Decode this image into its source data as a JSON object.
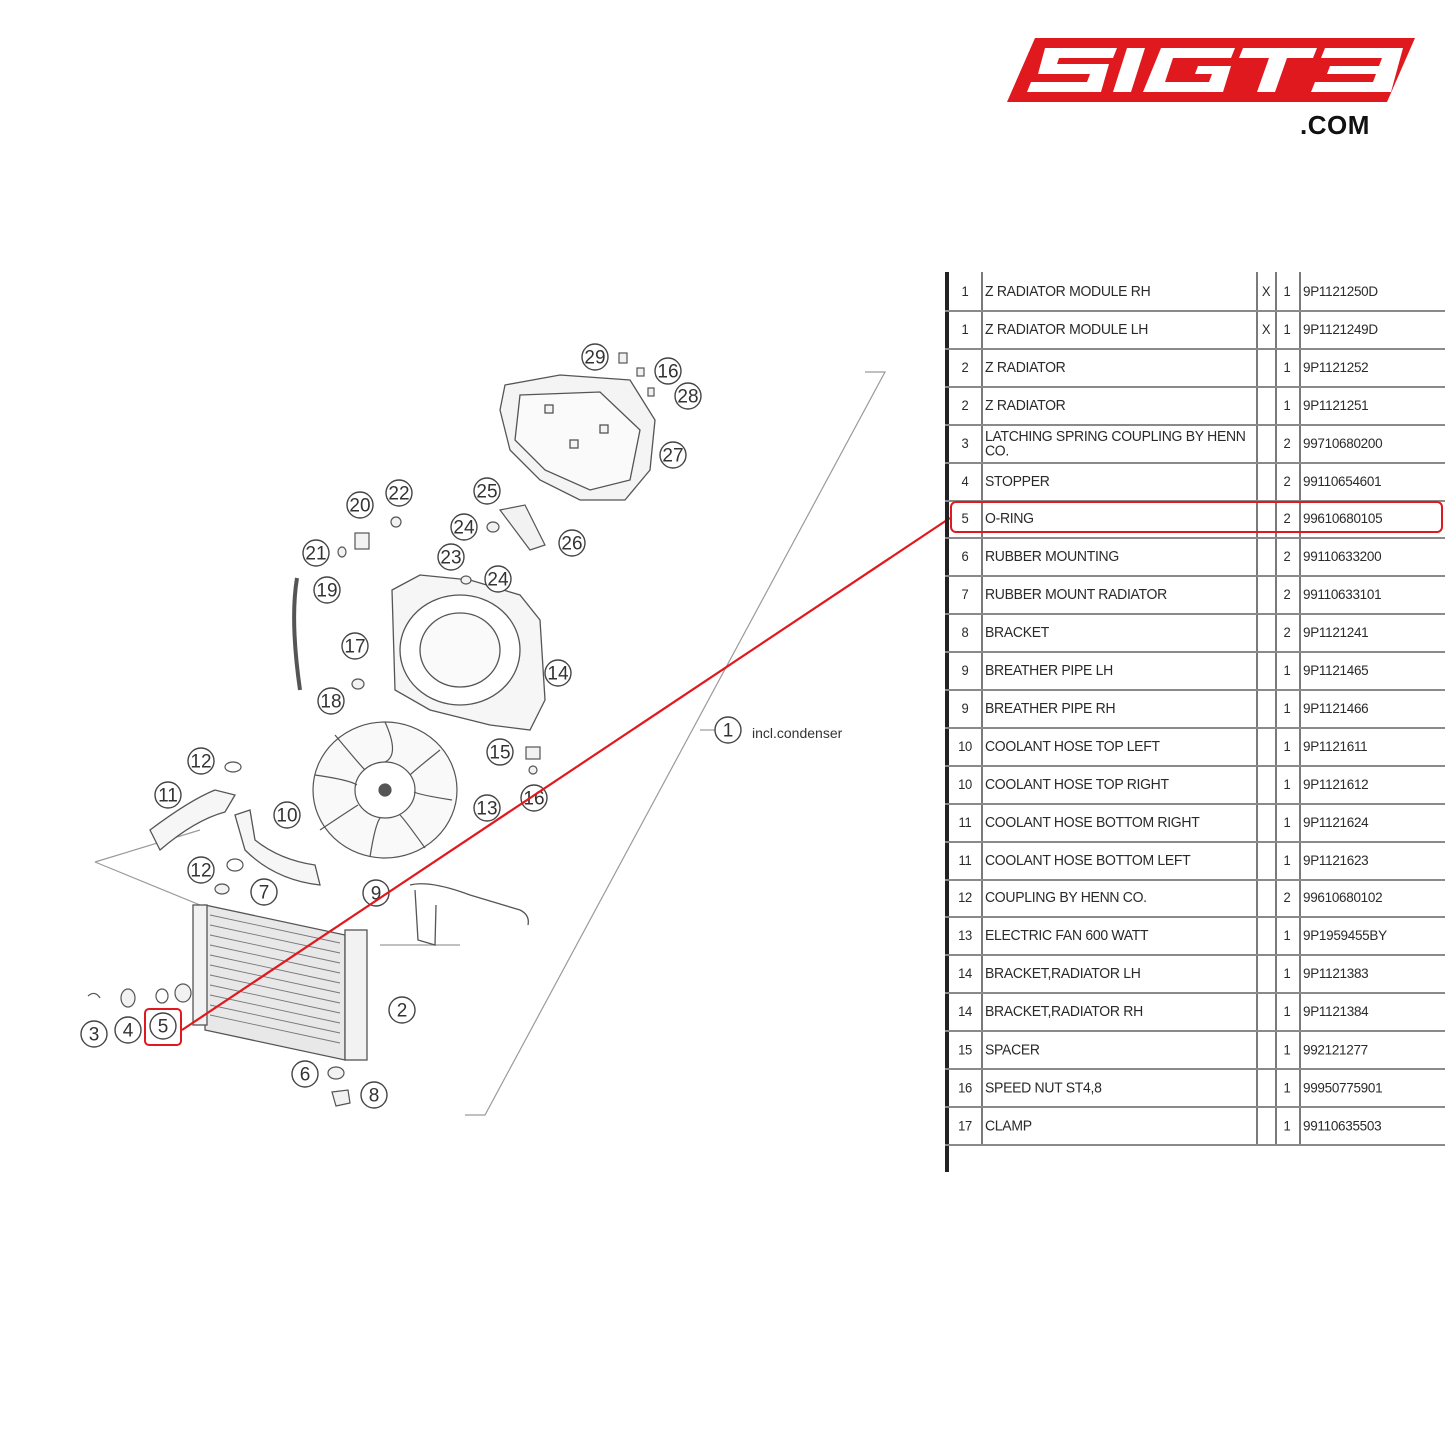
{
  "brand": {
    "logo_text": "SIGT3",
    "domain_suffix": ".COM",
    "logo_color": "#e0191e"
  },
  "diagram": {
    "callouts": [
      "1",
      "2",
      "3",
      "4",
      "5",
      "6",
      "7",
      "8",
      "9",
      "10",
      "11",
      "12",
      "12",
      "13",
      "14",
      "15",
      "16",
      "16",
      "17",
      "18",
      "19",
      "20",
      "21",
      "22",
      "23",
      "24",
      "24",
      "25",
      "26",
      "27",
      "28",
      "29"
    ],
    "note_label": "incl.condenser",
    "highlighted_callout": "5"
  },
  "table": {
    "rows": [
      {
        "num": "1",
        "desc": "Z RADIATOR MODULE RH",
        "x": "X",
        "qty": "1",
        "part": "9P1121250D"
      },
      {
        "num": "1",
        "desc": "Z RADIATOR MODULE LH",
        "x": "X",
        "qty": "1",
        "part": "9P1121249D"
      },
      {
        "num": "2",
        "desc": "Z RADIATOR",
        "x": "",
        "qty": "1",
        "part": "9P1121252"
      },
      {
        "num": "2",
        "desc": "Z RADIATOR",
        "x": "",
        "qty": "1",
        "part": "9P1121251"
      },
      {
        "num": "3",
        "desc": "LATCHING SPRING COUPLING BY HENN CO.",
        "x": "",
        "qty": "2",
        "part": "99710680200"
      },
      {
        "num": "4",
        "desc": "STOPPER",
        "x": "",
        "qty": "2",
        "part": "99110654601"
      },
      {
        "num": "5",
        "desc": "O-RING",
        "x": "",
        "qty": "2",
        "part": "99610680105"
      },
      {
        "num": "6",
        "desc": "RUBBER MOUNTING",
        "x": "",
        "qty": "2",
        "part": "99110633200"
      },
      {
        "num": "7",
        "desc": "RUBBER MOUNT RADIATOR",
        "x": "",
        "qty": "2",
        "part": "99110633101"
      },
      {
        "num": "8",
        "desc": "BRACKET",
        "x": "",
        "qty": "2",
        "part": "9P1121241"
      },
      {
        "num": "9",
        "desc": "BREATHER PIPE LH",
        "x": "",
        "qty": "1",
        "part": "9P1121465"
      },
      {
        "num": "9",
        "desc": "BREATHER PIPE RH",
        "x": "",
        "qty": "1",
        "part": "9P1121466"
      },
      {
        "num": "10",
        "desc": "COOLANT HOSE TOP LEFT",
        "x": "",
        "qty": "1",
        "part": "9P1121611"
      },
      {
        "num": "10",
        "desc": "COOLANT HOSE TOP RIGHT",
        "x": "",
        "qty": "1",
        "part": "9P1121612"
      },
      {
        "num": "11",
        "desc": "COOLANT HOSE BOTTOM RIGHT",
        "x": "",
        "qty": "1",
        "part": "9P1121624"
      },
      {
        "num": "11",
        "desc": "COOLANT HOSE BOTTOM LEFT",
        "x": "",
        "qty": "1",
        "part": "9P1121623"
      },
      {
        "num": "12",
        "desc": "COUPLING BY HENN CO.",
        "x": "",
        "qty": "2",
        "part": "99610680102"
      },
      {
        "num": "13",
        "desc": "ELECTRIC FAN 600 WATT",
        "x": "",
        "qty": "1",
        "part": "9P1959455BY"
      },
      {
        "num": "14",
        "desc": "BRACKET,RADIATOR LH",
        "x": "",
        "qty": "1",
        "part": "9P1121383"
      },
      {
        "num": "14",
        "desc": "BRACKET,RADIATOR RH",
        "x": "",
        "qty": "1",
        "part": "9P1121384"
      },
      {
        "num": "15",
        "desc": "SPACER",
        "x": "",
        "qty": "1",
        "part": "992121277"
      },
      {
        "num": "16",
        "desc": "SPEED NUT ST4,8",
        "x": "",
        "qty": "1",
        "part": "99950775901"
      },
      {
        "num": "17",
        "desc": "CLAMP",
        "x": "",
        "qty": "1",
        "part": "99110635503"
      }
    ],
    "highlighted_row": 6,
    "highlight_color": "#e0191e"
  }
}
